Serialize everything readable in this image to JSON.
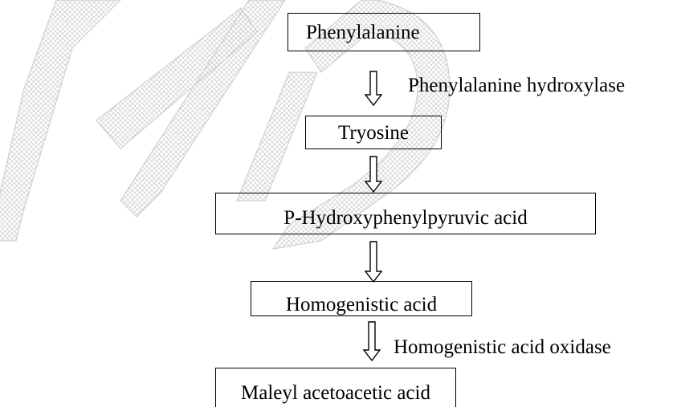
{
  "pathway": {
    "nodes": [
      {
        "id": "phenylalanine",
        "label": "Phenylalanine"
      },
      {
        "id": "tyrosine",
        "label": "Tryosine"
      },
      {
        "id": "p-hydroxyphenylpyruvic-acid",
        "label": "P-Hydroxyphenylpyruvic acid"
      },
      {
        "id": "homogenistic-acid",
        "label": "Homogenistic acid"
      },
      {
        "id": "maleyl-acetoacetic-acid",
        "label": "Maleyl acetoacetic acid"
      }
    ],
    "steps": [
      {
        "from": "phenylalanine",
        "to": "tyrosine",
        "enzyme": "Phenylalanine hydroxylase"
      },
      {
        "from": "tyrosine",
        "to": "p-hydroxyphenylpyruvic-acid",
        "enzyme": ""
      },
      {
        "from": "p-hydroxyphenylpyruvic-acid",
        "to": "homogenistic-acid",
        "enzyme": ""
      },
      {
        "from": "homogenistic-acid",
        "to": "maleyl-acetoacetic-acid",
        "enzyme": "Homogenistic acid oxidase"
      }
    ]
  },
  "colors": {
    "stroke": "#000000",
    "watermark": "#c8c8c8"
  }
}
